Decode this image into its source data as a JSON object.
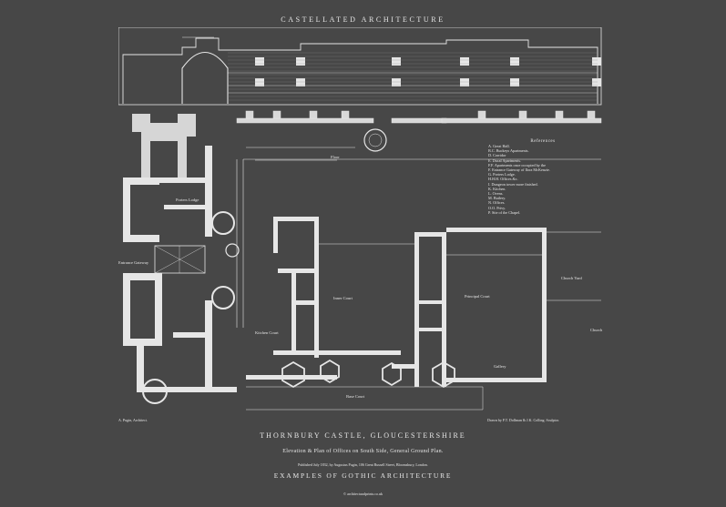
{
  "header": {
    "title": "CASTELLATED ARCHITECTURE"
  },
  "plan_labels": {
    "porters_lodge": "Porters Lodge",
    "entrance_gateway": "Entrance Gateway",
    "inner_court": "Inner Court",
    "principal_court": "Principal Court",
    "church_yard": "Church Yard",
    "church": "Church",
    "kitchen_court": "Kitchen Court",
    "base_court": "Base Court",
    "gallery": "Gallery",
    "floor_label": "Floor"
  },
  "legend": {
    "title": "References",
    "items": [
      "A. Great Hall.",
      "B.C. Buckeys Apartments.",
      "D. Corridor",
      "E. Ducal Apartments.",
      "F.F. Apartments once occupied by the",
      "F. Entrance Gateway of Ilora McKenzie.",
      "G. Porters Lodge.",
      "H.H.H. Offices &c.",
      "I. Dungeon tower more finished.",
      "K. Kitchen.",
      "L. Ovens.",
      "M. Butlery.",
      "N. Offices.",
      "O.O. Privy.",
      "P. Site of the Chapel."
    ]
  },
  "credits": {
    "architect": "A. Pugin, Architect.",
    "engraver": "Drawn by F.T. Dollman & J.K. Colling. Sculptor."
  },
  "footer": {
    "title": "THORNBURY CASTLE, GLOUCESTERSHIRE",
    "subtitle": "Elevation & Plan of Offices on South Side, General Ground Plan.",
    "publisher": "Published July 1832, by Augustus Pugin, 106 Great Russell Street, Bloomsbury, London.",
    "series": "EXAMPLES OF GOTHIC ARCHITECTURE",
    "website": "© architecturalprints.co.uk"
  },
  "colors": {
    "background": "#474747",
    "ink": "#e6e6e6"
  }
}
